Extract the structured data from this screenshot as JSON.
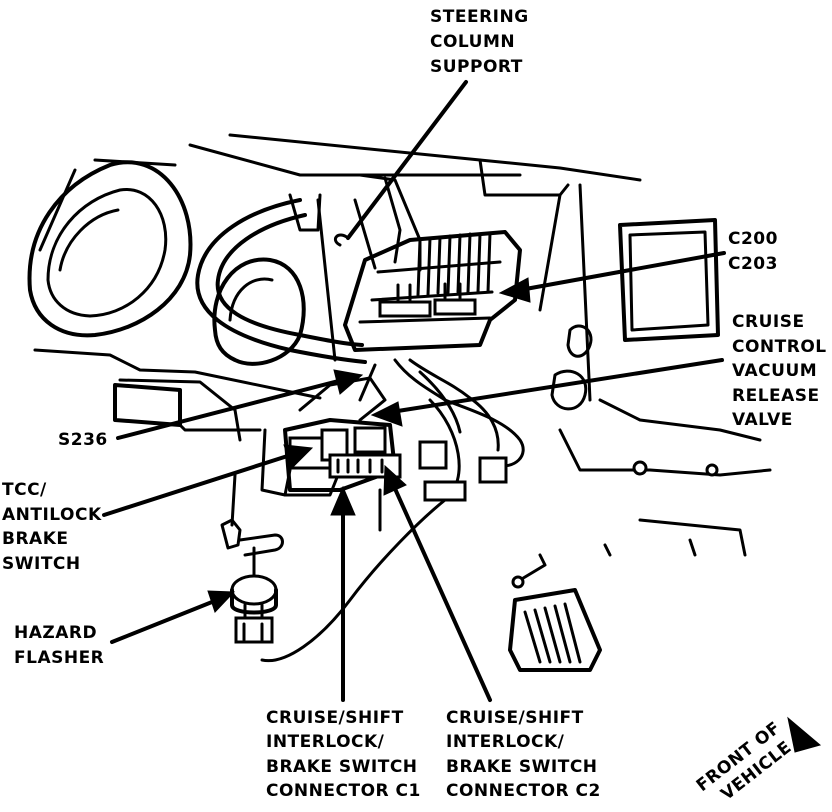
{
  "labels": {
    "steering_column_support": [
      "STEERING",
      "COLUMN",
      "SUPPORT"
    ],
    "connectors_c200_c203": [
      "C200",
      "C203"
    ],
    "cruise_vacuum_release_valve": [
      "CRUISE",
      "CONTROL",
      "VACUUM",
      "RELEASE",
      "VALVE"
    ],
    "s236": [
      "S236"
    ],
    "tcc_brake_switch": [
      "TCC/",
      "ANTILOCK",
      "BRAKE",
      "SWITCH"
    ],
    "hazard_flasher": [
      "HAZARD",
      "FLASHER"
    ],
    "connector_c1": [
      "CRUISE/SHIFT",
      "INTERLOCK/",
      "BRAKE SWITCH",
      "CONNECTOR C1"
    ],
    "connector_c2": [
      "CRUISE/SHIFT",
      "INTERLOCK/",
      "BRAKE SWITCH",
      "CONNECTOR C2"
    ],
    "front_of_vehicle": [
      "FRONT OF",
      "VEHICLE"
    ]
  }
}
